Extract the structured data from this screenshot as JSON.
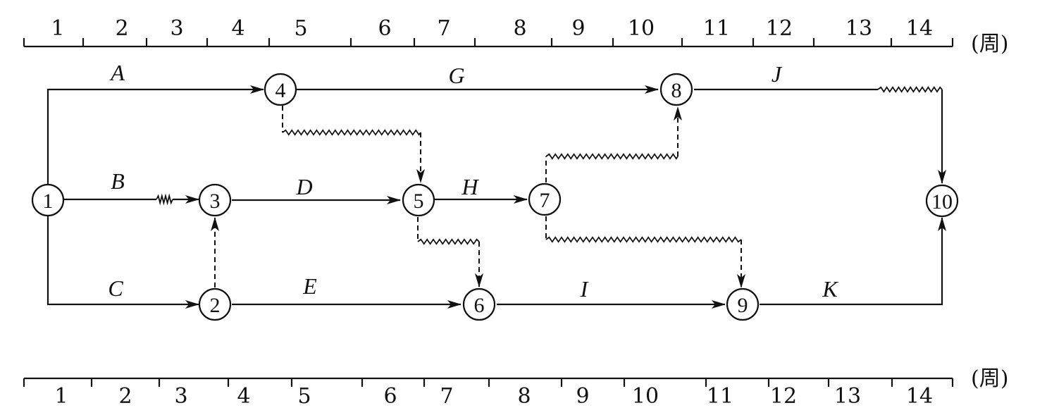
{
  "unit_label": "(周)",
  "top_axis": {
    "labels": [
      "1",
      "2",
      "3",
      "4",
      "5",
      "6",
      "7",
      "8",
      "9",
      "10",
      "11",
      "12",
      "13",
      "14"
    ]
  },
  "bottom_axis": {
    "labels": [
      "1",
      "2",
      "3",
      "4",
      "5",
      "6",
      "7",
      "8",
      "9",
      "10",
      "11",
      "12",
      "13",
      "14"
    ]
  },
  "nodes": [
    {
      "id": "1",
      "label": "1"
    },
    {
      "id": "2",
      "label": "2"
    },
    {
      "id": "3",
      "label": "3"
    },
    {
      "id": "4",
      "label": "4"
    },
    {
      "id": "5",
      "label": "5"
    },
    {
      "id": "6",
      "label": "6"
    },
    {
      "id": "7",
      "label": "7"
    },
    {
      "id": "8",
      "label": "8"
    },
    {
      "id": "9",
      "label": "9"
    },
    {
      "id": "10",
      "label": "10"
    }
  ],
  "activities": [
    {
      "label": "A",
      "from": "1",
      "to": "4"
    },
    {
      "label": "B",
      "from": "1",
      "to": "3"
    },
    {
      "label": "C",
      "from": "1",
      "to": "2"
    },
    {
      "label": "D",
      "from": "3",
      "to": "5"
    },
    {
      "label": "E",
      "from": "2",
      "to": "6"
    },
    {
      "label": "G",
      "from": "4",
      "to": "8"
    },
    {
      "label": "H",
      "from": "5",
      "to": "7"
    },
    {
      "label": "I",
      "from": "6",
      "to": "9"
    },
    {
      "label": "J",
      "from": "8",
      "to": "10"
    },
    {
      "label": "K",
      "from": "9",
      "to": "10"
    }
  ],
  "dummies": [
    {
      "from": "2",
      "to": "3"
    },
    {
      "from": "4",
      "to": "5"
    },
    {
      "from": "5",
      "to": "6"
    },
    {
      "from": "7",
      "to": "8"
    },
    {
      "from": "7",
      "to": "9"
    }
  ]
}
